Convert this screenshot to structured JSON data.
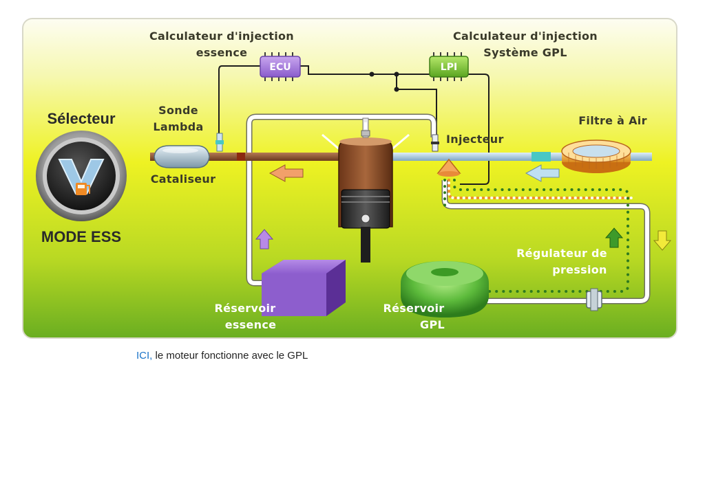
{
  "labels": {
    "ecu_title_1": "Calculateur d'injection",
    "ecu_title_2": "essence",
    "lpi_title_1": "Calculateur d'injection",
    "lpi_title_2": "Système GPL",
    "ecu_chip": "ECU",
    "lpi_chip": "LPI",
    "selector": "Sélecteur",
    "selector_mode": "MODE ESS",
    "sonde_1": "Sonde",
    "sonde_2": "Lambda",
    "catalyseur": "Cataliseur",
    "injecteur": "Injecteur",
    "filtre": "Filtre à Air",
    "regulateur_1": "Régulateur de",
    "regulateur_2": "pression",
    "reservoir_ess_1": "Réservoir",
    "reservoir_ess_2": "essence",
    "reservoir_gpl_1": "Réservoir",
    "reservoir_gpl_2": "GPL"
  },
  "caption": {
    "highlight": "ICI,",
    "text": " le moteur fonctionne avec le GPL"
  },
  "colors": {
    "panel_top": "#fbfce0",
    "panel_mid": "#eef21e",
    "panel_bottom": "#6fb222",
    "caption_highlight": "#1a73c8"
  }
}
